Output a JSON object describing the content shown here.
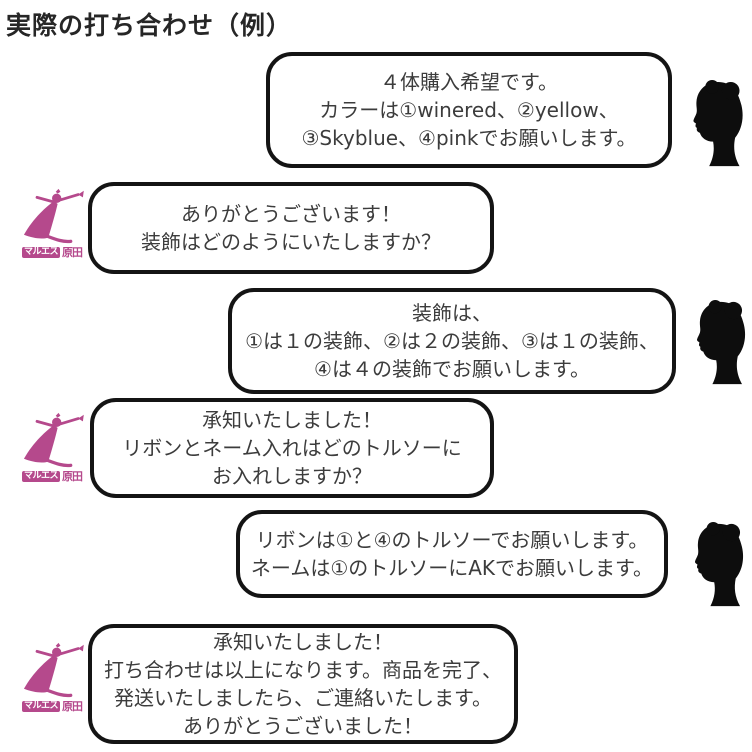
{
  "page": {
    "title": "実際の打ち合わせ（例）"
  },
  "brand": {
    "badge_text": "マルエス",
    "name_text": "原田",
    "color": "#b5498c",
    "icon": "ballet-dancer-icon"
  },
  "colors": {
    "bubble_border": "#141414",
    "text": "#3c3c3c",
    "avatar_silhouette": "#0d0d0d",
    "background": "#ffffff"
  },
  "icons": {
    "customer_avatar": "woman-profile-silhouette-icon",
    "shop_logo": "ballet-dancer-icon"
  },
  "conversation": [
    {
      "speaker": "customer",
      "lines": [
        "４体購入希望です。",
        "カラーは①winered、②yellow、",
        "③Skyblue、④pinkでお願いします。"
      ]
    },
    {
      "speaker": "shop",
      "lines": [
        "ありがとうございます！",
        "装飾はどのようにいたしますか？"
      ]
    },
    {
      "speaker": "customer",
      "lines": [
        "装飾は、",
        "①は１の装飾、②は２の装飾、③は１の装飾、",
        "④は４の装飾でお願いします。"
      ]
    },
    {
      "speaker": "shop",
      "lines": [
        "承知いたしました！",
        "リボンとネーム入れはどのトルソーに",
        "お入れしますか？"
      ]
    },
    {
      "speaker": "customer",
      "lines": [
        "リボンは①と④のトルソーでお願いします。",
        "ネームは①のトルソーにAKでお願いします。"
      ]
    },
    {
      "speaker": "shop",
      "lines": [
        "承知いたしました！",
        "打ち合わせは以上になります。商品を完了、",
        "発送いたしましたら、ご連絡いたします。",
        "ありがとうございました！"
      ]
    }
  ]
}
